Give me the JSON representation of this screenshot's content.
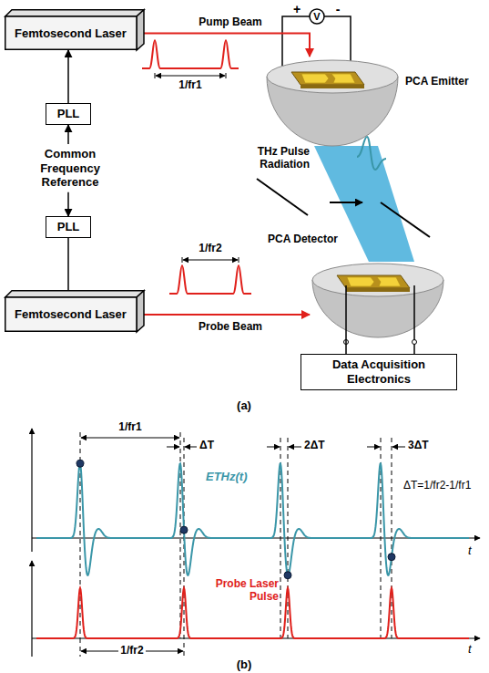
{
  "diagram": {
    "nodes": [
      {
        "text": [
          "Femtosecond Laser"
        ]
      },
      {
        "text": [
          "PLL"
        ]
      },
      {
        "text": [
          "Common Frequency Reference"
        ]
      },
      {
        "text": [
          "PLL"
        ]
      },
      {
        "text": [
          "Femtosecond Laser"
        ]
      },
      {
        "text": [
          "PCA Emitter"
        ]
      },
      {
        "text": [
          "PCA Detector"
        ]
      },
      {
        "text": [
          "Data Acquisition Electronics"
        ]
      }
    ],
    "edges": [
      {
        "from": 2,
        "to": 1,
        "arrow": "to"
      },
      {
        "from": 1,
        "to": 0,
        "arrow": "to"
      },
      {
        "from": 2,
        "to": 3,
        "arrow": "to"
      },
      {
        "from": 3,
        "to": 4,
        "arrow": "to"
      },
      {
        "from": 0,
        "to": 5,
        "label": "Pump Beam",
        "arrow": "to"
      },
      {
        "from": 4,
        "to": 6,
        "label": "Probe Beam",
        "arrow": "to"
      },
      {
        "from": 6,
        "to": 7,
        "arrow": "none"
      }
    ],
    "labels": [
      "1/fr1",
      "THz Pulse Radiation",
      "+",
      "V",
      "-",
      "1/fr2",
      "(a)",
      "1/fr1",
      "ΔT",
      "2ΔT",
      "3ΔT",
      "ETHz(t)",
      "ΔT=1/fr2-1/fr1",
      "Probe Laser Pulse",
      "t",
      "t",
      "1/fr2",
      "(b)"
    ]
  }
}
